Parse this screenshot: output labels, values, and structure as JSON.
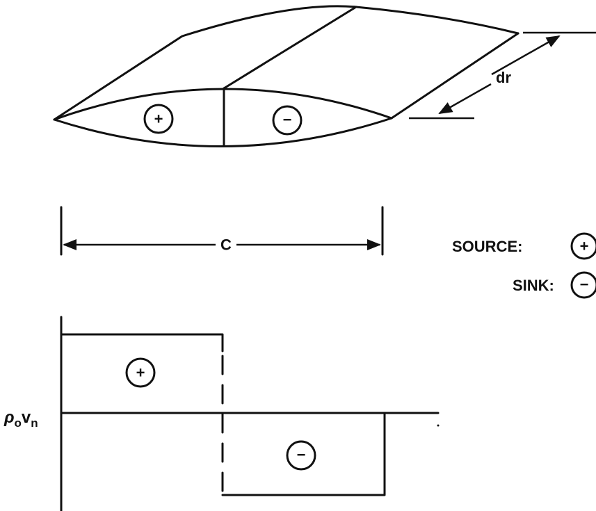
{
  "wing": {
    "span_label": "dr",
    "source_symbol": "+",
    "sink_symbol": "−"
  },
  "chord": {
    "label": "C"
  },
  "legend": {
    "source_label": "SOURCE:",
    "source_symbol": "+",
    "sink_label": "SINK:",
    "sink_symbol": "−"
  },
  "distribution": {
    "ylabel_main": "ρ",
    "ylabel_sub1": "o",
    "ylabel_mid": "v",
    "ylabel_sub2": "n",
    "source_symbol": "+",
    "sink_symbol": "−"
  },
  "colors": {
    "ink": "#111111",
    "background": "#ffffff"
  }
}
